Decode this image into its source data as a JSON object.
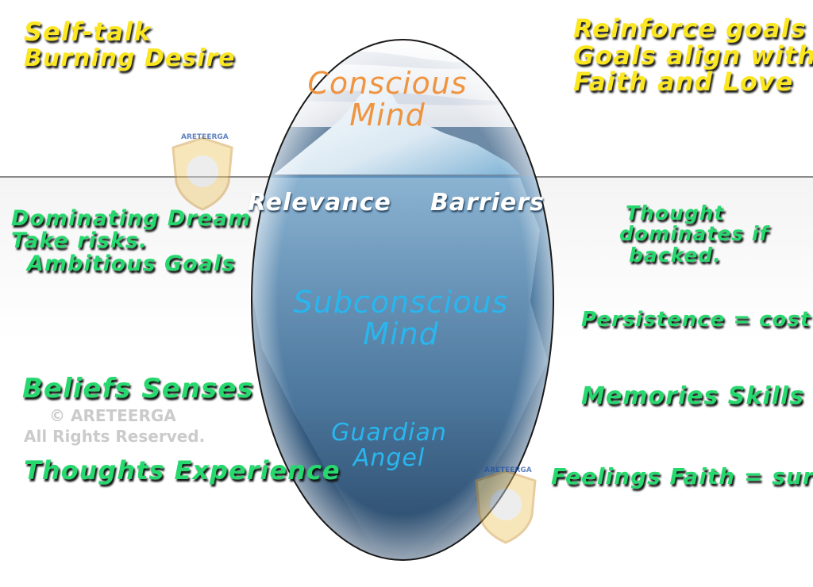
{
  "top_left": {
    "line1": "Self-talk",
    "line2": "Burning Desire"
  },
  "top_right": {
    "line1": "Reinforce goals",
    "line2": "Goals align with",
    "line3": "Faith and Love"
  },
  "conscious_mind": {
    "line1": "Conscious",
    "line2": "Mind"
  },
  "relevance": "Relevance",
  "barriers": "Barriers",
  "left_middle": {
    "line1": "Dominating Dream",
    "line2": "Take risks.",
    "line3": "Ambitious Goals"
  },
  "right_top": {
    "line1": "Thought",
    "line2": "dominates if",
    "line3": "backed."
  },
  "subconscious_mind": {
    "line1": "Subconscious",
    "line2": "Mind"
  },
  "persistence": "Persistence = cost",
  "beliefs_senses": "Beliefs  Senses",
  "memories_skills": "Memories   Skills",
  "watermark": {
    "line1": "© ARETEERGA",
    "line2": "All Rights Reserved."
  },
  "guardian_angel": {
    "line1": "Guardian",
    "line2": "Angel"
  },
  "thoughts_experience": "Thoughts  Experience",
  "feelings_faith": "Feelings  Faith = sure",
  "logo_text": "ARETEERGA",
  "colors": {
    "handwriting_yellow": "#fbe622",
    "handwriting_green": "#27d86e",
    "conscious_orange": "#f08a2c",
    "subconscious_blue": "#29b6ee",
    "ocean_blue": "#3f6f98"
  }
}
